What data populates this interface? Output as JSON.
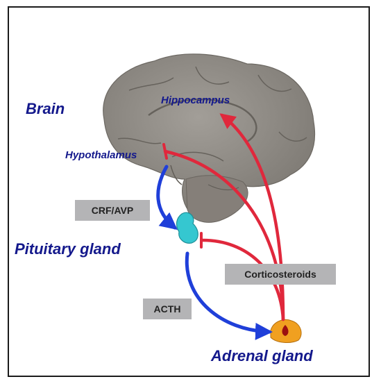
{
  "labels": {
    "brain": "Brain",
    "hippocampus": "Hippocampus",
    "hypothalamus": "Hypothalamus",
    "pituitary": "Pituitary gland",
    "adrenal": "Adrenal gland"
  },
  "boxes": {
    "crf_avp": "CRF/AVP",
    "corticosteroids": "Corticosteroids",
    "acth": "ACTH"
  },
  "colors": {
    "stimulation_arrow": "#1f3fd9",
    "inhibition_arrow": "#e0283c",
    "label_text": "#14198c",
    "box_fill": "#b4b4b6",
    "brain_fill": "#8e8a85",
    "pituitary_fill": "#35c7d0",
    "adrenal_fill": "#f0a020"
  }
}
